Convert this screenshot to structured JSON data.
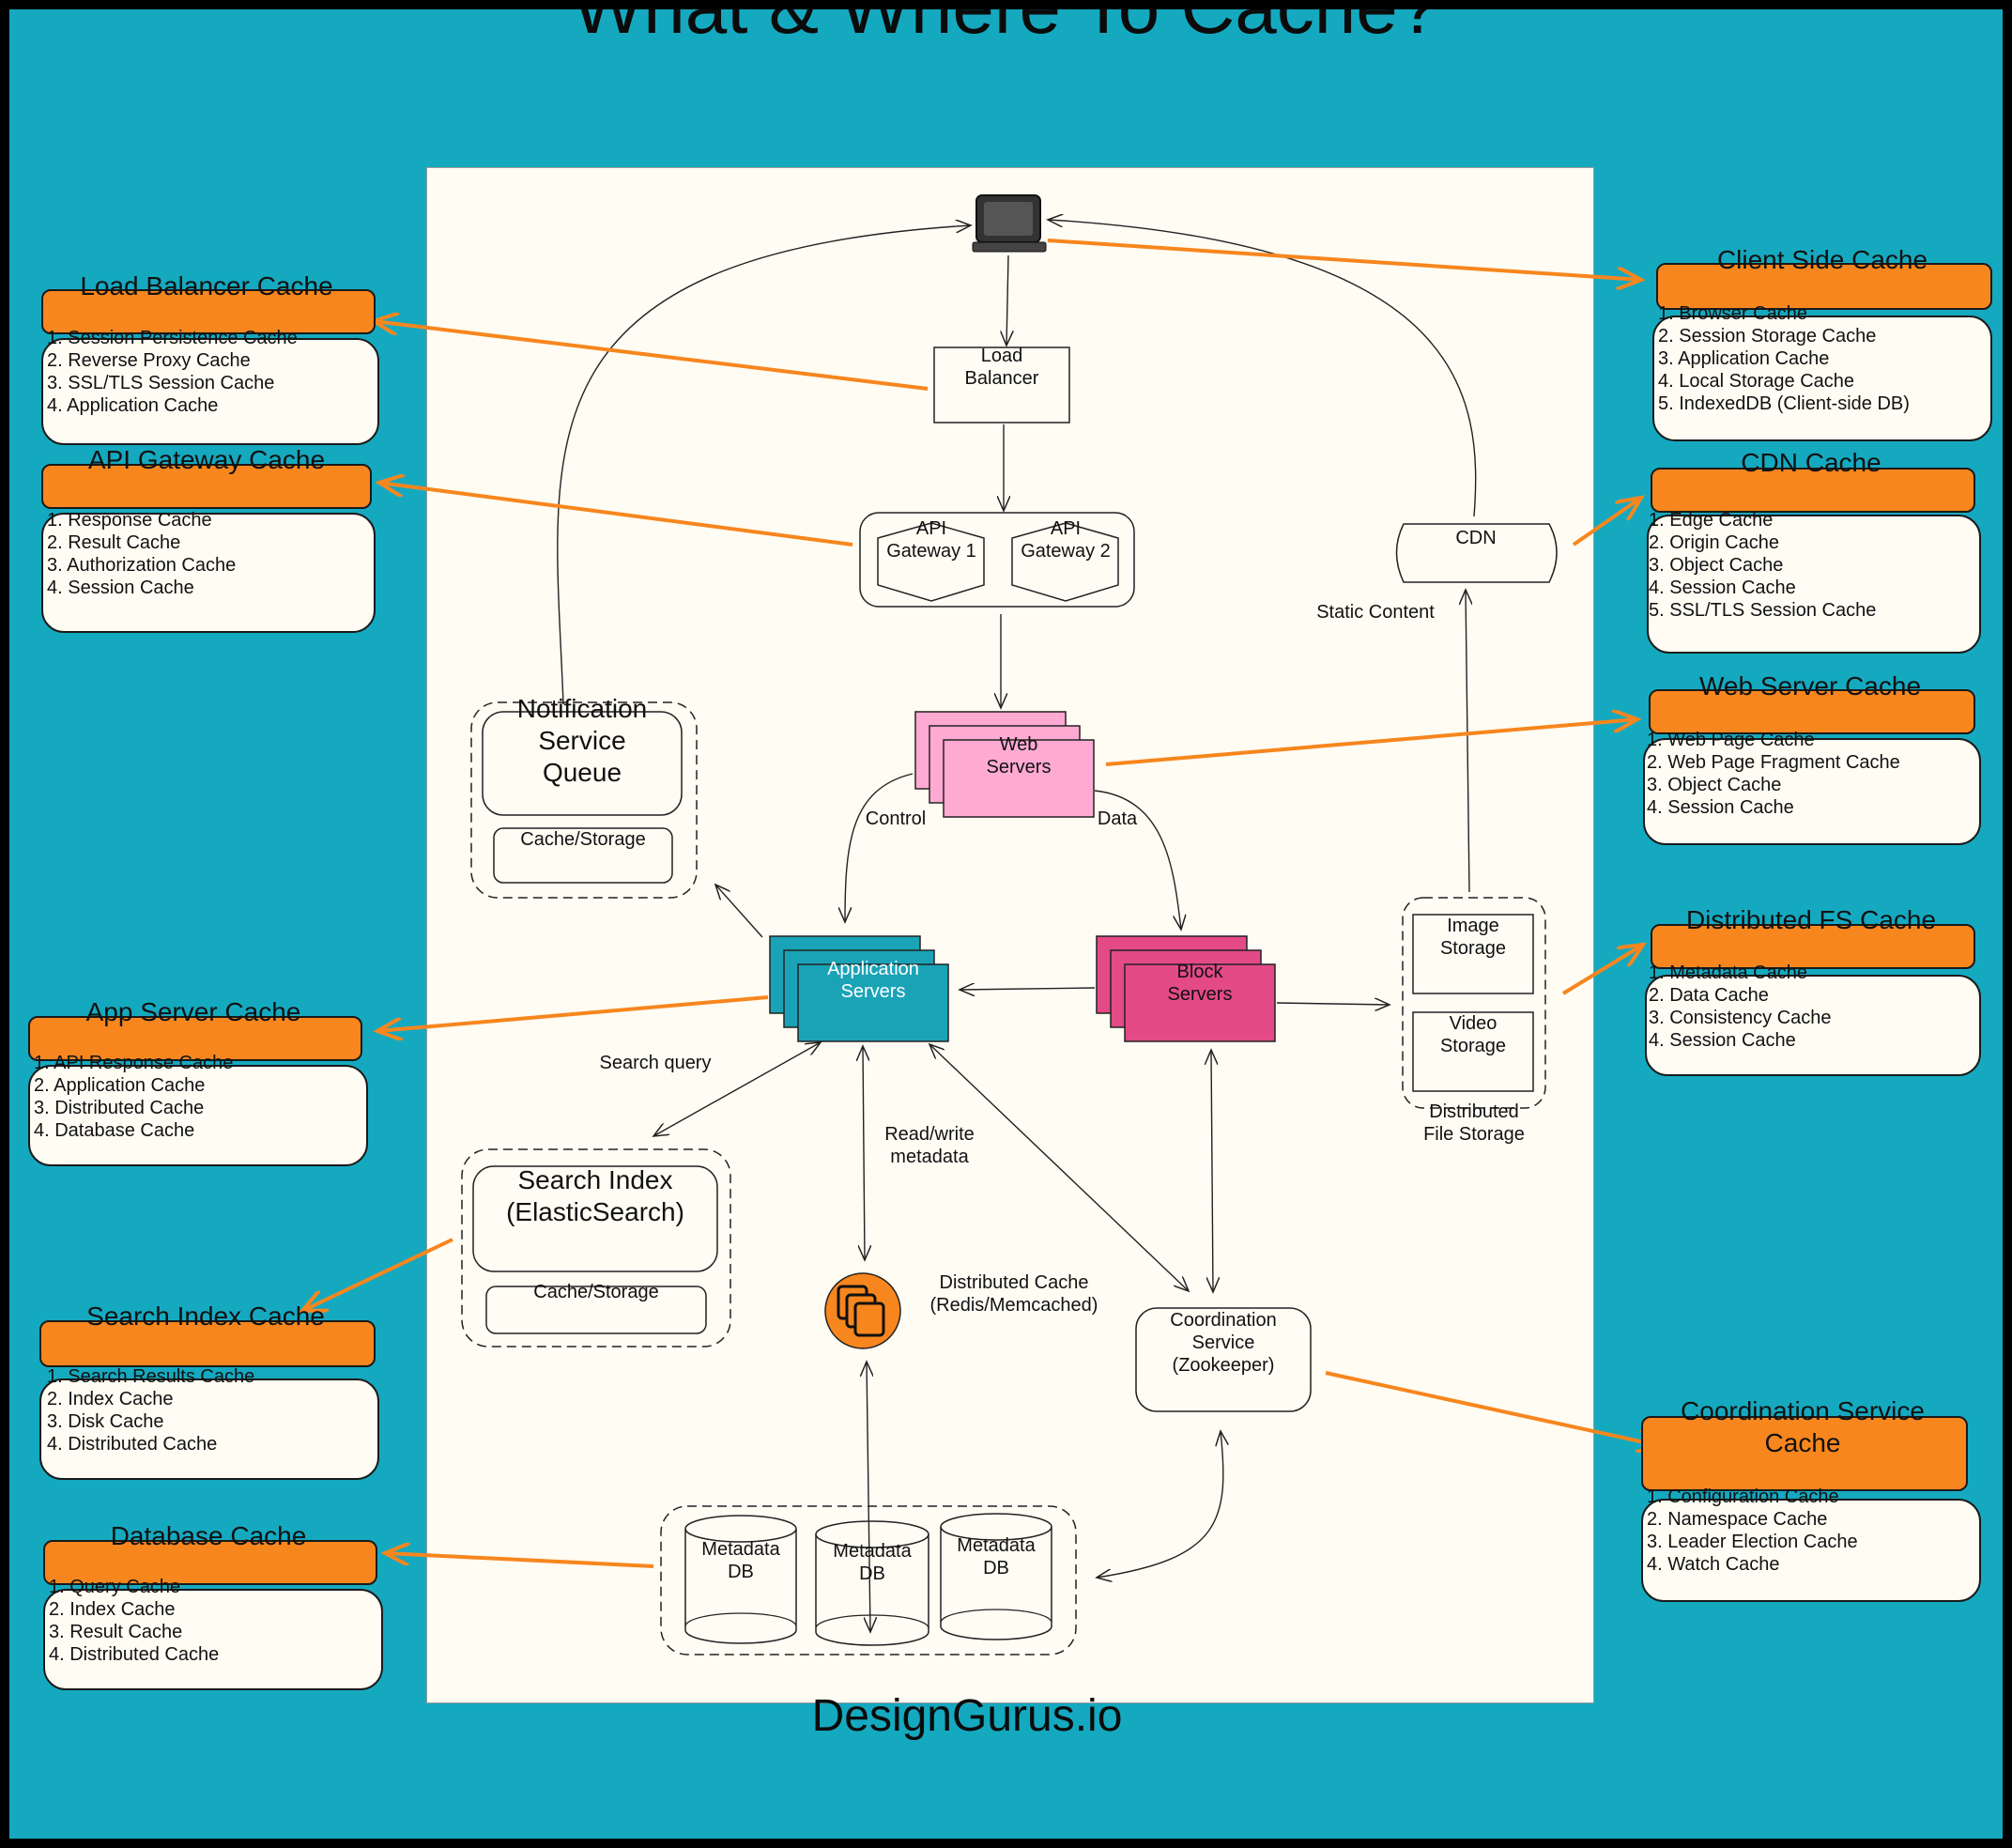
{
  "title": "What & Where To Cache?",
  "brand": "DesignGurus.io",
  "colors": {
    "background": "#15a9c0",
    "orange": "#f7861e",
    "canvas": "#fffcf3",
    "web_servers": "#ffaad3",
    "block_servers": "#e34a86",
    "app_servers": "#1aa3b7"
  },
  "nodes": {
    "client_icon": "computer-icon",
    "load_balancer": "Load\nBalancer",
    "api_gateway_1": "API\nGateway 1",
    "api_gateway_2": "API\nGateway 2",
    "cdn": "CDN",
    "static_content": "Static Content",
    "web_servers": "Web\nServers",
    "control": "Control",
    "data": "Data",
    "notification_queue": "Notification\nService\nQueue",
    "notification_storage": "Cache/Storage",
    "application_servers": "Application\nServers",
    "block_servers": "Block\nServers",
    "image_storage": "Image\nStorage",
    "video_storage": "Video\nStorage",
    "distributed_file_storage": "Distributed\nFile Storage",
    "search_query": "Search query",
    "read_write_metadata": "Read/write\nmetadata",
    "search_index": "Search Index\n(ElasticSearch)",
    "search_storage": "Cache/Storage",
    "distributed_cache": "Distributed Cache\n(Redis/Memcached)",
    "distributed_cache_icon": "stack-icon",
    "coordination_service": "Coordination\nService\n(Zookeeper)",
    "metadata_db_1": "Metadata\nDB",
    "metadata_db_2": "Metadata\nDB",
    "metadata_db_3": "Metadata\nDB"
  },
  "caches": {
    "load_balancer": {
      "title": "Load Balancer Cache",
      "items": [
        "1. Session Persistence Cache",
        "2. Reverse Proxy Cache",
        "3. SSL/TLS Session Cache",
        "4. Application Cache"
      ]
    },
    "api_gateway": {
      "title": "API Gateway Cache",
      "items": [
        "1. Response Cache",
        "2. Result Cache",
        "3. Authorization Cache",
        "4. Session Cache"
      ]
    },
    "app_server": {
      "title": "App Server Cache",
      "items": [
        "1. API Response Cache",
        "2. Application Cache",
        "3. Distributed Cache",
        "4. Database Cache"
      ]
    },
    "search_index": {
      "title": "Search Index Cache",
      "items": [
        "1. Search Results Cache",
        "2. Index Cache",
        "3. Disk Cache",
        "4. Distributed Cache"
      ]
    },
    "database": {
      "title": "Database Cache",
      "items": [
        "1. Query Cache",
        "2. Index Cache",
        "3. Result Cache",
        "4. Distributed Cache"
      ]
    },
    "client_side": {
      "title": "Client Side Cache",
      "items": [
        "1. Browser Cache",
        "2. Session Storage Cache",
        "3. Application Cache",
        "4. Local Storage Cache",
        "5. IndexedDB (Client-side DB)"
      ]
    },
    "cdn": {
      "title": "CDN Cache",
      "items": [
        "1. Edge Cache",
        "2. Origin Cache",
        "3. Object Cache",
        "4. Session Cache",
        "5. SSL/TLS Session Cache"
      ]
    },
    "web_server": {
      "title": "Web Server Cache",
      "items": [
        "1. Web Page Cache",
        "2. Web Page Fragment Cache",
        "3. Object Cache",
        "4. Session Cache"
      ]
    },
    "distributed_fs": {
      "title": "Distributed FS Cache",
      "items": [
        "1. Metadata Cache",
        "2. Data Cache",
        "3. Consistency Cache",
        "4. Session Cache"
      ]
    },
    "coordination": {
      "title": "Coordination Service\nCache",
      "items": [
        "1. Configuration Cache",
        "2. Namespace Cache",
        "3. Leader Election Cache",
        "4. Watch Cache"
      ]
    }
  }
}
